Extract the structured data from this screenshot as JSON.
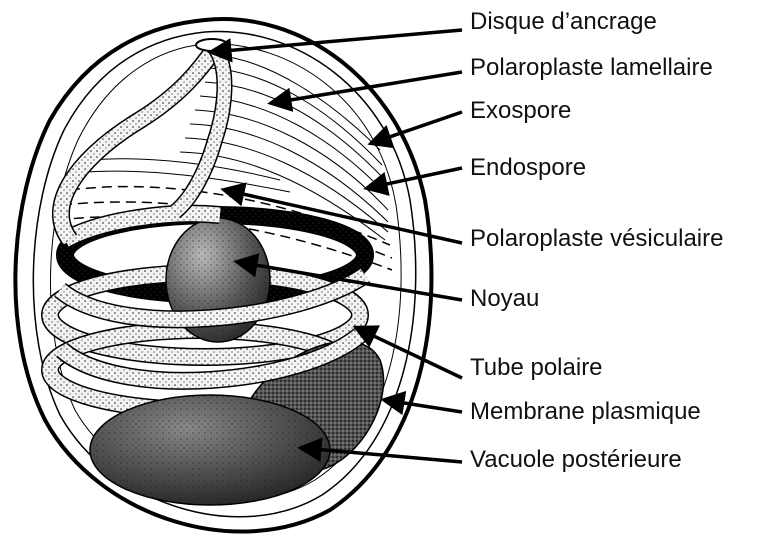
{
  "labels": {
    "disque_ancrage": "Disque d’ancrage",
    "polaroplaste_lamellaire": "Polaroplaste lamellaire",
    "exospore": "Exospore",
    "endospore": "Endospore",
    "polaroplaste_vesiculaire": "Polaroplaste vésiculaire",
    "noyau": "Noyau",
    "tube_polaire": "Tube polaire",
    "membrane_plasmique": "Membrane plasmique",
    "vacuole_posterieure": "Vacuole postérieure"
  }
}
